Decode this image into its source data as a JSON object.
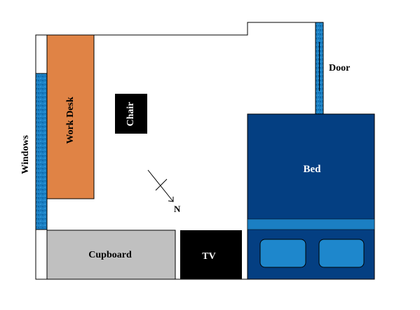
{
  "labels": {
    "door": "Door",
    "windows": "Windows",
    "work_desk": "Work Desk",
    "chair": "Chair",
    "bed": "Bed",
    "cupboard": "Cupboard",
    "tv": "TV",
    "north": "N"
  },
  "colors": {
    "wall": "#000000",
    "floor": "#ffffff",
    "desk": "#e08345",
    "chair": "#000000",
    "bed": "#043f82",
    "pillow_band": "#1b7fc3",
    "pillow": "#1e87cc",
    "cupboard": "#c0c0c0",
    "tv": "#000000",
    "window": "#1b7fc3",
    "door": "#1b7fc3"
  },
  "icons": {
    "window": "window-texture-icon",
    "door": "door-icon",
    "compass": "north-arrow-icon"
  }
}
